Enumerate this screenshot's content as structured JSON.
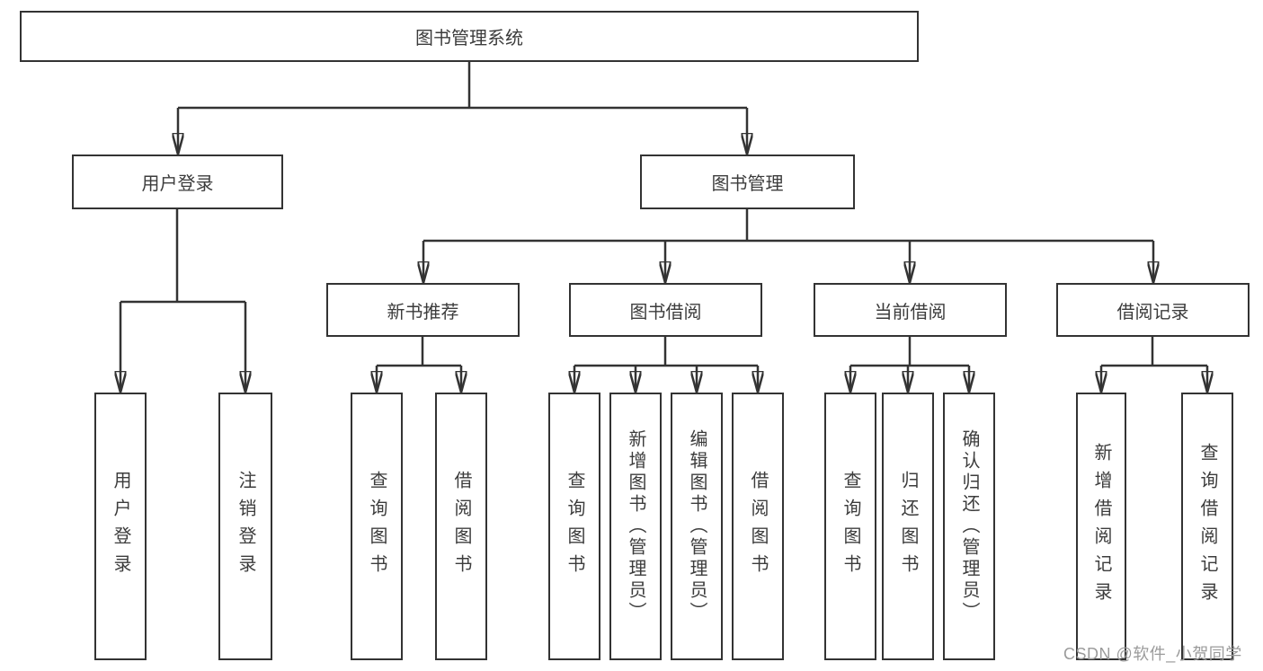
{
  "diagram_type": "hierarchy-tree",
  "nodes": {
    "root": "图书管理系统",
    "level2": [
      "用户登录",
      "图书管理"
    ],
    "level3": [
      "新书推荐",
      "图书借阅",
      "当前借阅",
      "借阅记录"
    ],
    "leaves": [
      "用户登录",
      "注销登录",
      "查询图书",
      "借阅图书",
      "查询图书",
      "新增图书（管理员）",
      "编辑图书（管理员）",
      "借阅图书",
      "查询图书",
      "归还图书",
      "确认归还（管理员）",
      "新增借阅记录",
      "查询借阅记录"
    ]
  },
  "tree": {
    "图书管理系统": {
      "用户登录": [
        "用户登录",
        "注销登录"
      ],
      "图书管理": {
        "新书推荐": [
          "查询图书",
          "借阅图书"
        ],
        "图书借阅": [
          "查询图书",
          "新增图书（管理员）",
          "编辑图书（管理员）",
          "借阅图书"
        ],
        "当前借阅": [
          "查询图书",
          "归还图书",
          "确认归还（管理员）"
        ],
        "借阅记录": [
          "新增借阅记录",
          "查询借阅记录"
        ]
      }
    }
  },
  "watermark": "CSDN @软件_小贺同学",
  "colors": {
    "line": "#333333",
    "box_border": "#333333",
    "text": "#3c3c3c",
    "watermark": "#9b9b9b",
    "background": "#ffffff"
  }
}
